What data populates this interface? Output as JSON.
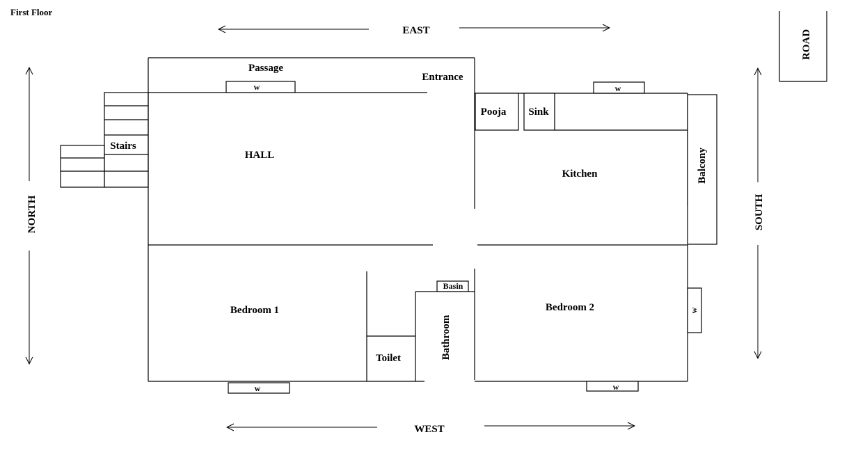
{
  "title": "First Floor",
  "compass": {
    "east": "EAST",
    "west": "WEST",
    "north": "NORTH",
    "south": "SOUTH",
    "road": "ROAD"
  },
  "rooms": {
    "passage": "Passage",
    "entrance": "Entrance",
    "hall": "HALL",
    "stairs": "Stairs",
    "pooja": "Pooja",
    "sink": "Sink",
    "kitchen": "Kitchen",
    "balcony": "Balcony",
    "bedroom1": "Bedroom 1",
    "bedroom2": "Bedroom 2",
    "toilet": "Toilet",
    "bathroom": "Bathroom",
    "basin": "Basin"
  },
  "windows": {
    "passage": "w",
    "kitchen": "w",
    "bedroom1": "w",
    "bedroom2_bottom": "w",
    "bedroom2_side": "w"
  }
}
